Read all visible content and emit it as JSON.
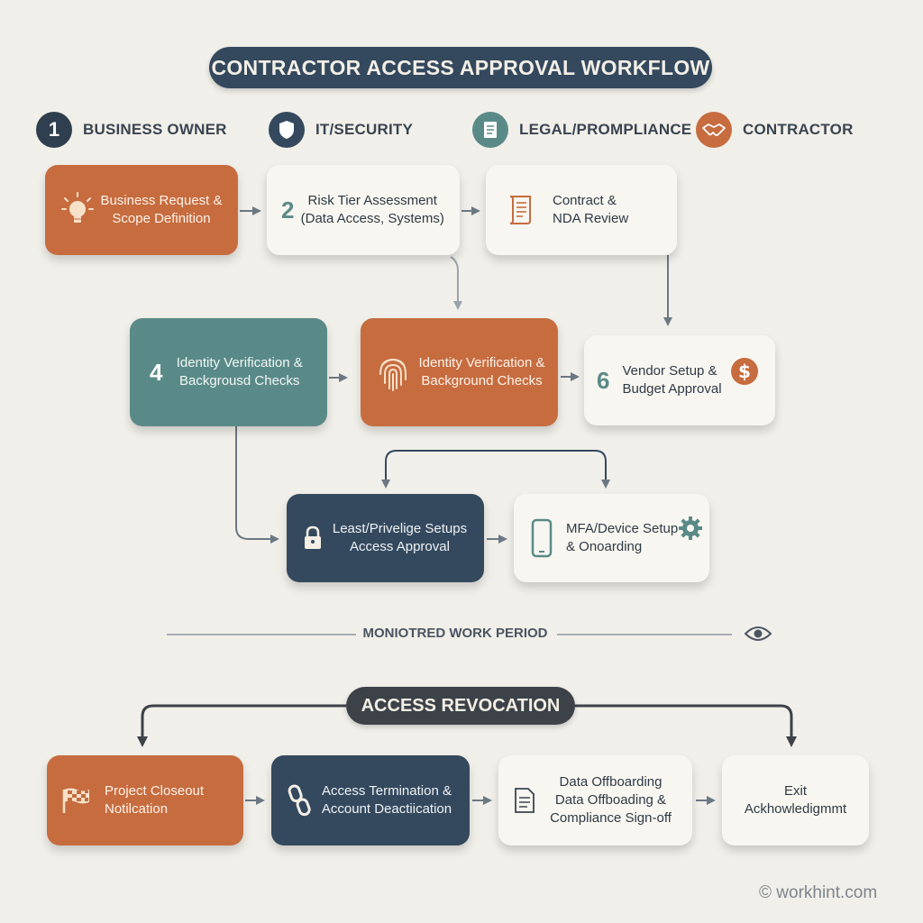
{
  "title": "CONTRACTOR ACCESS APPROVAL WORKFLOW",
  "lanes": [
    {
      "badge": "1",
      "label": "BUSINESS OWNER"
    },
    {
      "badge": "",
      "label": "IT/SECURITY"
    },
    {
      "badge": "",
      "label": "LEGAL/PROMPLIANCE"
    },
    {
      "badge": "",
      "label": "CONTRACTOR"
    }
  ],
  "steps": {
    "business_request": {
      "line1": "Business Request &",
      "line2": "Scope Definition"
    },
    "risk_tier": {
      "num": "2",
      "line1": "Risk Tier Assessment",
      "line2": "(Data Access, Systems)"
    },
    "contract_nda": {
      "line1": "Contract &",
      "line2": "NDA Review"
    },
    "identity_left": {
      "num": "4",
      "line1": "Identity Verification &",
      "line2": "Backgrousd Checks"
    },
    "identity_right": {
      "line1": "Identity Verification &",
      "line2": "Background Checks"
    },
    "vendor_setup": {
      "num": "6",
      "line1": "Vendor Setup &",
      "line2": "Budget Approval"
    },
    "least_privilege": {
      "line1": "Least/Privelige Setups",
      "line2": "Access Approval"
    },
    "mfa_device": {
      "line1": "MFA/Device Setup",
      "line2": "& Onoarding"
    }
  },
  "monitoring_label": "MONIOTRED WORK PERIOD",
  "revocation": {
    "title": "ACCESS REVOCATION",
    "project_closeout": {
      "line1": "Project Closeout",
      "line2": "Notilcation"
    },
    "access_termination": {
      "line1": "Access Termination &",
      "line2": "Account Deactiication"
    },
    "data_offboarding": {
      "line1": "Data Offboarding",
      "line2": "Data Offboading &",
      "line3": "Compliance Sign-off"
    },
    "exit": {
      "line1": "Exit",
      "line2": "Ackhowledigmmt"
    }
  },
  "footer": "© workhint.com",
  "colors": {
    "background": "#f1efe9",
    "navy": "#34495e",
    "orange": "#c66c3f",
    "teal": "#5a8a88",
    "cream": "#f8f6f0",
    "arrow": "#6b7884"
  },
  "icons": {
    "it_security": "shield-icon",
    "legal": "document-icon",
    "contractor": "handshake-icon",
    "business_request": "lightbulb-icon",
    "contract_nda": "scroll-icon",
    "identity_right": "fingerprint-icon",
    "vendor_setup": "dollar-icon",
    "least_privilege": "lock-icon",
    "mfa_device": "phone-icon",
    "mfa_gear": "gear-icon",
    "monitoring": "eye-icon",
    "project_closeout": "checkered-flag-icon",
    "access_termination": "chain-link-icon",
    "data_offboarding": "file-icon"
  }
}
